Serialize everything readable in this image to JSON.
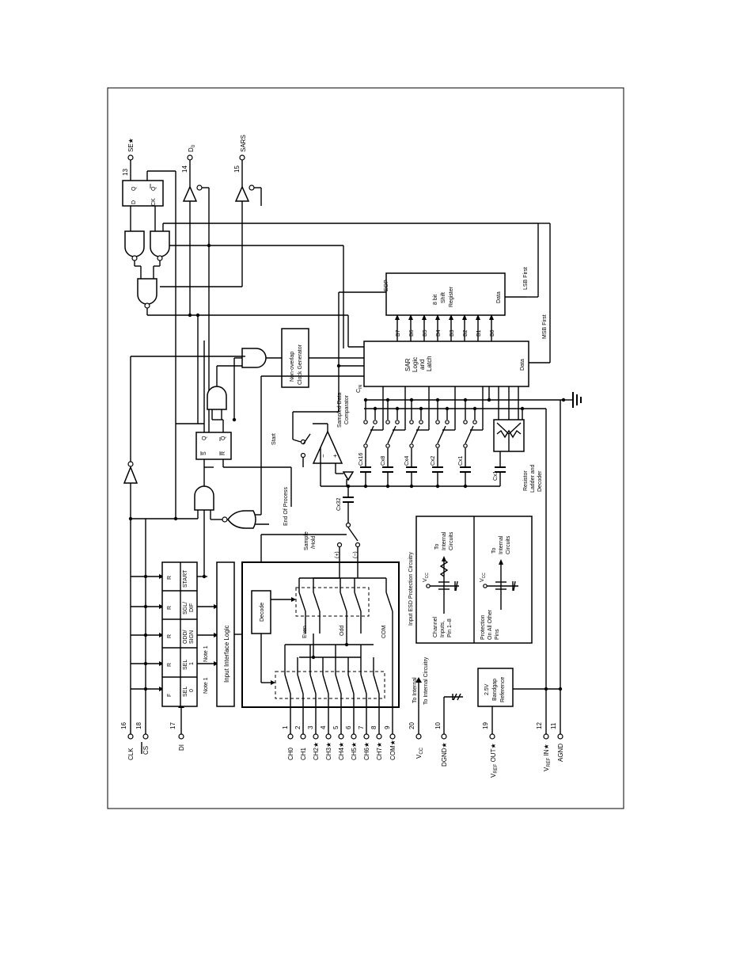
{
  "pins": {
    "clk": {
      "name": "CLK",
      "num": "16"
    },
    "cs": {
      "name": "CS",
      "num": "18"
    },
    "di": {
      "name": "DI",
      "num": "17"
    },
    "se": {
      "name": "SE★",
      "num": "13"
    },
    "d0": {
      "name": "D",
      "sub": "0",
      "num": "14"
    },
    "sars": {
      "name": "SARS",
      "num": "15"
    },
    "ch": [
      {
        "name": "CH0",
        "num": "1"
      },
      {
        "name": "CH1",
        "num": "2"
      },
      {
        "name": "CH2★",
        "num": "3"
      },
      {
        "name": "CH3★",
        "num": "4"
      },
      {
        "name": "CH4★",
        "num": "5"
      },
      {
        "name": "CH5★",
        "num": "6"
      },
      {
        "name": "CH6★",
        "num": "7"
      },
      {
        "name": "CH7★",
        "num": "8"
      },
      {
        "name": "COM★",
        "num": "9"
      }
    ],
    "vcc": {
      "name": "V",
      "sub": "CC",
      "num": "20",
      "label": "To Internal Circuitry"
    },
    "dgnd": {
      "name": "DGND★",
      "num": "10"
    },
    "vref_out": {
      "name": "V",
      "sub": "REF",
      "suffix": " OUT★",
      "num": "19"
    },
    "vref_in": {
      "name": "V",
      "sub": "REF",
      "suffix": " IN★",
      "num": "12"
    },
    "agnd": {
      "name": "AGND",
      "num": "11"
    }
  },
  "interface": {
    "cells": [
      {
        "flag": "F",
        "l1": "SEL",
        "l2": "0"
      },
      {
        "flag": "R",
        "l1": "SEL",
        "l2": "1"
      },
      {
        "flag": "R",
        "l1": "ODD/",
        "l2": "SIGN"
      },
      {
        "flag": "R",
        "l1": "SGL/",
        "l2": "DIF"
      },
      {
        "flag": "R",
        "l1": "START",
        "l2": ""
      }
    ],
    "note1a": "Note 1",
    "note1b": "Note 1",
    "logic_label": "Input Interface Logic"
  },
  "mux": {
    "decode": "Decode",
    "even": "Even",
    "odd": "Odd",
    "com": "COM",
    "plus": "(+)",
    "minus": "(−)"
  },
  "analog": {
    "sample_hold_1": "Sample",
    "sample_hold_2": "/Hold",
    "cx32": "Cx32",
    "end_of_process": "End Of Process",
    "start": "Start",
    "comparator_1": "Sampled Data",
    "comparator_2": "Comparator",
    "cin": "C",
    "cin_sub": "IN",
    "caps": [
      "Cx16",
      "Cx8",
      "Cx4",
      "Cx2",
      "Cx1",
      "Cx1"
    ],
    "ladder_1": "Resistor",
    "ladder_2": "Ladder and",
    "ladder_3": "Decoder"
  },
  "digital": {
    "clock_gen_1": "Non-overlap",
    "clock_gen_2": "Clock Generator",
    "sar": [
      "SAR",
      "Logic",
      "and",
      "Latch"
    ],
    "sar_data": "Data",
    "shift": [
      "8 bit",
      "Shift",
      "Register"
    ],
    "shift_data": "Data",
    "eop": "EOP",
    "bits": [
      "B7",
      "B6",
      "B5",
      "B4",
      "B3",
      "B2",
      "B1",
      "B0"
    ],
    "lsb_first": "LSB First",
    "msb_first": "MSB First",
    "ff": {
      "q": "Q",
      "d": "D",
      "qbar": "Q",
      "ck": "CK"
    },
    "sr": {
      "s": "S",
      "q": "Q",
      "r": "R",
      "qbar": "Q"
    }
  },
  "bandgap": [
    "2.5V",
    "Bandgap",
    "Reference"
  ],
  "esd": {
    "title": "Input ESD Protection Circuitry",
    "vcc": "V",
    "vcc_sub": "CC",
    "to_internal_1": "To",
    "to_internal_2": "Internal",
    "to_internal_3": "Circuits",
    "channel_1": "Channel",
    "channel_2": "Inputs,",
    "channel_3": "Pin 1–8",
    "other_1": "Protection",
    "other_2": "On All Other",
    "other_3": "Pins"
  }
}
